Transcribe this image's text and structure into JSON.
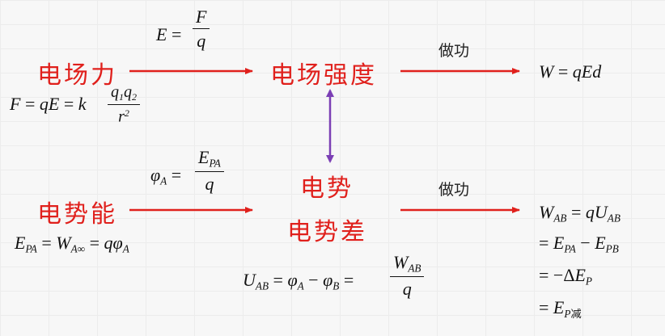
{
  "nodes": {
    "field_force": "电场力",
    "field_strength": "电场强度",
    "potential_energy": "电势能",
    "potential": "电势",
    "potential_difference": "电势差"
  },
  "edge_labels": {
    "work_top": "做功",
    "work_bottom": "做功"
  },
  "formulas": {
    "e_eq": "E =",
    "e_num": "F",
    "e_den": "q",
    "force_lhs": "F = qE = k",
    "force_num": "q₁q₂",
    "force_den": "r²",
    "work_top": "W = qEd",
    "phi_lhs": "φA =",
    "phi_num": "EPA",
    "phi_den": "q",
    "epa": "EPA = WA∞ = qφA",
    "uab_lhs": "UAB = φA − φB =",
    "uab_num": "WAB",
    "uab_den": "q",
    "wab_1": "WAB = qUAB",
    "wab_2": "= EPA − EPB",
    "wab_3": "= −ΔEP",
    "wab_4": "= EP减"
  },
  "colors": {
    "node_text": "#e0201c",
    "arrow_red": "#e0201c",
    "arrow_purple": "#7b3fb5",
    "text": "#111111"
  }
}
